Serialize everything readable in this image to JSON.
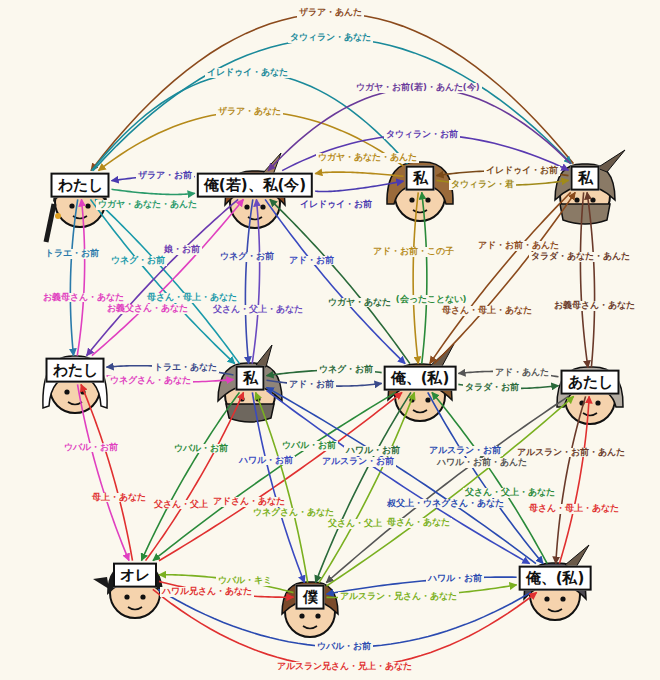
{
  "diagram": {
    "nodes": [
      {
        "text": [
          "わたし"
        ]
      },
      {
        "text": [
          "俺(若)、私(今)"
        ]
      },
      {
        "text": [
          "私"
        ]
      },
      {
        "text": [
          "私"
        ]
      },
      {
        "text": [
          "わたし"
        ]
      },
      {
        "text": [
          "私"
        ]
      },
      {
        "text": [
          "俺、(私)"
        ]
      },
      {
        "text": [
          "あたし"
        ]
      },
      {
        "text": [
          "オレ"
        ]
      },
      {
        "text": [
          "僕"
        ]
      },
      {
        "text": [
          "俺、(私)"
        ]
      }
    ],
    "edges": [
      {
        "from": 3,
        "to": 0,
        "arrow": "to",
        "label": "ザラア・あんた"
      },
      {
        "from": 0,
        "to": 3,
        "arrow": "to",
        "label": "タウィラン・あなた"
      },
      {
        "from": 0,
        "to": 2,
        "arrow": "to",
        "label": "イレドゥイ・あなた"
      },
      {
        "from": 2,
        "to": 0,
        "arrow": "to",
        "label": "ザラア・あなた"
      },
      {
        "from": 3,
        "to": 1,
        "arrow": "to",
        "label": "ウガヤ・お前(若)・あんた(今)"
      },
      {
        "from": 1,
        "to": 3,
        "arrow": "to",
        "label": "タウィラン・お前"
      },
      {
        "from": 0,
        "to": 1,
        "arrow": "to",
        "label": "ウガヤ・あなた・あんた"
      },
      {
        "from": 1,
        "to": 0,
        "arrow": "to",
        "label": "ザラア・お前"
      },
      {
        "from": 2,
        "to": 1,
        "arrow": "to",
        "label": "ウガヤ・あなた・あんた"
      },
      {
        "from": 1,
        "to": 2,
        "arrow": "to",
        "label": "イレドゥイ・お前"
      },
      {
        "from": 3,
        "to": 2,
        "arrow": "to",
        "label": "イレドゥイ・お前"
      },
      {
        "from": 2,
        "to": 3,
        "arrow": "to",
        "label": "タウィラン・君"
      },
      {
        "from": 0,
        "to": 4,
        "arrow": "to",
        "label": "トラエ・お前"
      },
      {
        "from": 4,
        "to": 0,
        "arrow": "to",
        "label": "お義母さん・あなた"
      },
      {
        "from": 1,
        "to": 5,
        "arrow": "to",
        "label": "ウネグ・お前"
      },
      {
        "from": 5,
        "to": 1,
        "arrow": "to",
        "label": "父さん・父上・あなた"
      },
      {
        "from": 2,
        "to": 6,
        "arrow": "to",
        "label": "アド・お前・この子"
      },
      {
        "from": 6,
        "to": 2,
        "arrow": "to",
        "label": "(会ったことない)"
      },
      {
        "from": 3,
        "to": 7,
        "arrow": "to",
        "label": "タラダ・あなた・あんた"
      },
      {
        "from": 7,
        "to": 3,
        "arrow": "to",
        "label": "お義母さん・あなた"
      },
      {
        "from": 4,
        "to": 5,
        "arrow": "to",
        "label": "ウネグさん・あなた"
      },
      {
        "from": 5,
        "to": 4,
        "arrow": "to",
        "label": "トラエ・あなた"
      },
      {
        "from": 6,
        "to": 5,
        "arrow": "to",
        "label": "ウネグ・お前"
      },
      {
        "from": 5,
        "to": 6,
        "arrow": "to",
        "label": "アド・お前"
      },
      {
        "from": 7,
        "to": 6,
        "arrow": "to",
        "label": "アド・あんた"
      },
      {
        "from": 6,
        "to": 7,
        "arrow": "to",
        "label": "タラダ・お前"
      },
      {
        "from": 1,
        "to": 6,
        "arrow": "to",
        "label": "アド・お前"
      },
      {
        "from": 6,
        "to": 1,
        "arrow": "to",
        "label": "ウガヤ・あなた"
      },
      {
        "from": 0,
        "to": 5,
        "arrow": "to",
        "label": "ウネグ・お前"
      },
      {
        "from": 5,
        "to": 0,
        "arrow": "to",
        "label": "母さん・母上・あなた"
      },
      {
        "from": 4,
        "to": 1,
        "arrow": "to",
        "label": "お義父さん・あなた"
      },
      {
        "from": 1,
        "to": 4,
        "arrow": "to",
        "label": "娘・お前"
      },
      {
        "from": 3,
        "to": 6,
        "arrow": "to",
        "label": "アド・お前・あんた"
      },
      {
        "from": 6,
        "to": 3,
        "arrow": "to",
        "label": "母さん・母上・あなた"
      },
      {
        "from": 5,
        "to": 8,
        "arrow": "to",
        "label": "ウバル・お前"
      },
      {
        "from": 8,
        "to": 5,
        "arrow": "to",
        "label": "父さん・父上"
      },
      {
        "from": 4,
        "to": 8,
        "arrow": "to",
        "label": "ウバル・お前"
      },
      {
        "from": 8,
        "to": 4,
        "arrow": "to",
        "label": "母上・あなた"
      },
      {
        "from": 6,
        "to": 8,
        "arrow": "to",
        "label": "ウバル・お前"
      },
      {
        "from": 8,
        "to": 6,
        "arrow": "to",
        "label": "アドさん・あなた"
      },
      {
        "from": 5,
        "to": 9,
        "arrow": "to",
        "label": "ハワル・お前"
      },
      {
        "from": 9,
        "to": 5,
        "arrow": "to",
        "label": "ウネグさん・あなた"
      },
      {
        "from": 6,
        "to": 9,
        "arrow": "to",
        "label": "ハワル・お前"
      },
      {
        "from": 9,
        "to": 6,
        "arrow": "to",
        "label": "父さん・父上"
      },
      {
        "from": 6,
        "to": 10,
        "arrow": "to",
        "label": "アルスラン・お前"
      },
      {
        "from": 10,
        "to": 6,
        "arrow": "to",
        "label": "父さん・父上・あなた"
      },
      {
        "from": 7,
        "to": 10,
        "arrow": "to",
        "label": "アルスラン・お前・あんた"
      },
      {
        "from": 10,
        "to": 7,
        "arrow": "to",
        "label": "母さん・母上・あなた"
      },
      {
        "from": 7,
        "to": 9,
        "arrow": "to",
        "label": "ハワル・お前・あんた"
      },
      {
        "from": 9,
        "to": 7,
        "arrow": "to",
        "label": "母さん・あなた"
      },
      {
        "from": 5,
        "to": 10,
        "arrow": "to",
        "label": "アルスラン・お前"
      },
      {
        "from": 10,
        "to": 5,
        "arrow": "to",
        "label": "叔父上・ウネグさん・あなた"
      },
      {
        "from": 9,
        "to": 8,
        "arrow": "to",
        "label": "ウバル・キミ"
      },
      {
        "from": 8,
        "to": 9,
        "arrow": "to",
        "label": "ハワル兄さん・あなた"
      },
      {
        "from": 10,
        "to": 9,
        "arrow": "to",
        "label": "ハワル・お前"
      },
      {
        "from": 9,
        "to": 10,
        "arrow": "to",
        "label": "アルスラン・兄さん・あなた"
      },
      {
        "from": 10,
        "to": 8,
        "arrow": "to",
        "label": "ウバル・お前"
      },
      {
        "from": 8,
        "to": 10,
        "arrow": "to",
        "label": "アルスラン兄さん・兄上・あなた"
      }
    ]
  }
}
